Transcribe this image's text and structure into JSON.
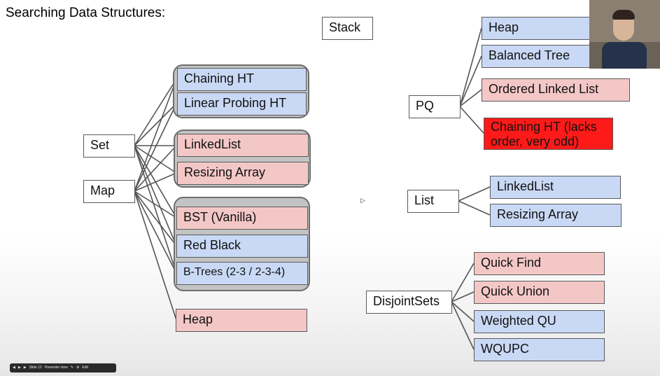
{
  "title": "Searching Data Structures:",
  "boxes": {
    "stack": "Stack",
    "set": "Set",
    "map": "Map",
    "chaining_ht": "Chaining HT",
    "linear_probing_ht": "Linear Probing HT",
    "linkedlist": "LinkedList",
    "resizing_array": "Resizing Array",
    "bst": "BST (Vanilla)",
    "red_black": "Red Black",
    "btrees": "B-Trees (2-3 / 2-3-4)",
    "heap_left": "Heap",
    "pq": "PQ",
    "heap_pq": "Heap",
    "balanced_tree": "Balanced Tree",
    "ordered_linked_list": "Ordered Linked List",
    "chaining_ht_lacks": "Chaining HT (lacks order, very odd)",
    "list": "List",
    "list_linkedlist": "LinkedList",
    "list_resizing_array": "Resizing Array",
    "disjointsets": "DisjointSets",
    "quick_find": "Quick Find",
    "quick_union": "Quick Union",
    "weighted_qu": "Weighted QU",
    "wqupc": "WQUPC"
  },
  "player": {
    "slide": "Slide 12",
    "presenter": "Presenter view",
    "edit": "Edit"
  },
  "colors": {
    "blue_fill": "#c9d9f5",
    "pink_fill": "#f4c7c7",
    "red_fill": "#ff1a1a",
    "group_fill": "#c3c3c3"
  }
}
